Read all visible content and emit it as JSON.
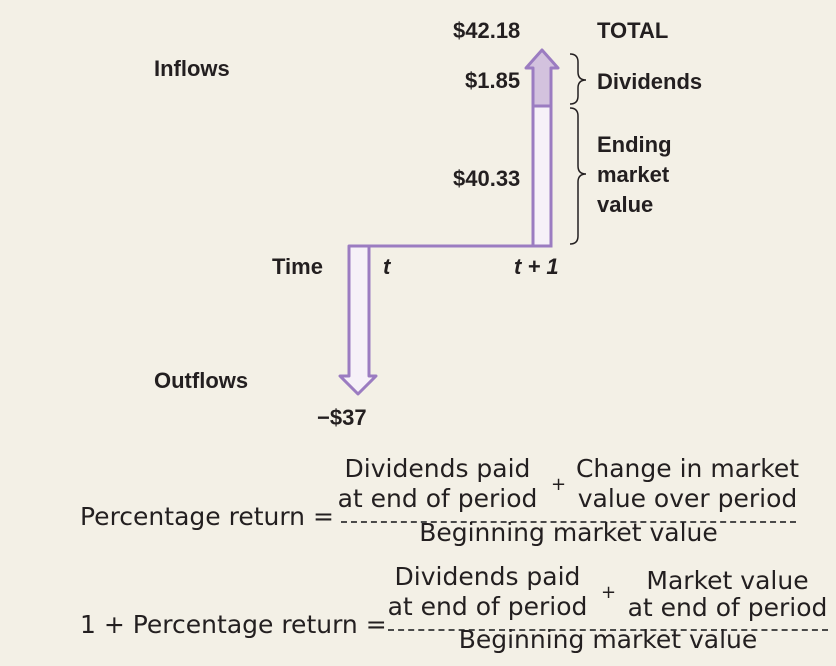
{
  "diagram": {
    "inflows_label": "Inflows",
    "outflows_label": "Outflows",
    "time_label": "Time",
    "t_label": "t",
    "t_plus_1_label": "t + 1",
    "total_value": "$42.18",
    "total_label": "TOTAL",
    "dividends_value": "$1.85",
    "dividends_label": "Dividends",
    "ending_value": "$40.33",
    "ending_label_lines": [
      "Ending",
      "market",
      "value"
    ],
    "outflow_value": "−$37",
    "colors": {
      "arrow_stroke": "#9b7cc1",
      "arrow_fill": "#f6f1f8",
      "dividend_fill": "#d3c2de",
      "brace": "#231f20"
    }
  },
  "formulas": [
    {
      "lhs": "Percentage return  =",
      "numerator_left": [
        "Dividends paid",
        "at end of period"
      ],
      "plus": "+",
      "numerator_right": [
        "Change in market",
        "value over period"
      ],
      "denominator": "Beginning market value"
    },
    {
      "lhs": "1 + Percentage return  =",
      "numerator_left": [
        "Dividends paid",
        "at end of period"
      ],
      "plus": "+",
      "numerator_right": [
        "Market value",
        "at end of period"
      ],
      "denominator": "Beginning market value"
    }
  ]
}
